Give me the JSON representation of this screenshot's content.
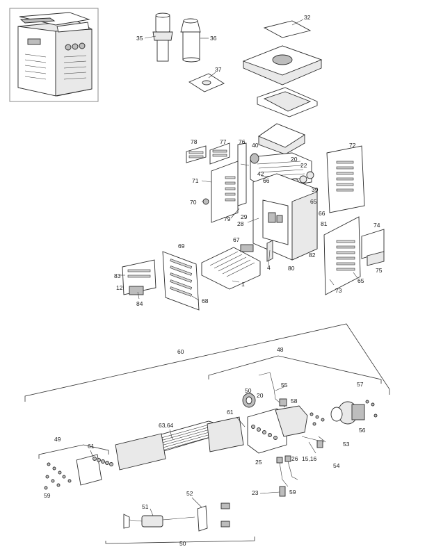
{
  "diagram": {
    "labels": [
      {
        "id": "p32",
        "text": "32"
      },
      {
        "id": "p35",
        "text": "35"
      },
      {
        "id": "p36",
        "text": "36"
      },
      {
        "id": "p37",
        "text": "37"
      },
      {
        "id": "p78",
        "text": "78"
      },
      {
        "id": "p77",
        "text": "77"
      },
      {
        "id": "p76",
        "text": "76"
      },
      {
        "id": "p40",
        "text": "40"
      },
      {
        "id": "p20a",
        "text": "20"
      },
      {
        "id": "p22",
        "text": "22"
      },
      {
        "id": "p42",
        "text": "42"
      },
      {
        "id": "p72",
        "text": "72"
      },
      {
        "id": "p71",
        "text": "71"
      },
      {
        "id": "p66a",
        "text": "66"
      },
      {
        "id": "p39",
        "text": "39"
      },
      {
        "id": "p70",
        "text": "70"
      },
      {
        "id": "p65a",
        "text": "65"
      },
      {
        "id": "p66b",
        "text": "66"
      },
      {
        "id": "p79",
        "text": "79"
      },
      {
        "id": "p29",
        "text": "29"
      },
      {
        "id": "p28",
        "text": "28"
      },
      {
        "id": "p81",
        "text": "81"
      },
      {
        "id": "p74",
        "text": "74"
      },
      {
        "id": "p69",
        "text": "69"
      },
      {
        "id": "p67",
        "text": "67"
      },
      {
        "id": "p82",
        "text": "82"
      },
      {
        "id": "p4",
        "text": "4"
      },
      {
        "id": "p80",
        "text": "80"
      },
      {
        "id": "p75",
        "text": "75"
      },
      {
        "id": "p65b",
        "text": "65"
      },
      {
        "id": "p83",
        "text": "83"
      },
      {
        "id": "p12",
        "text": "12"
      },
      {
        "id": "p1",
        "text": "1"
      },
      {
        "id": "p84",
        "text": "84"
      },
      {
        "id": "p68",
        "text": "68"
      },
      {
        "id": "p73",
        "text": "73"
      },
      {
        "id": "p60",
        "text": "60"
      },
      {
        "id": "p48",
        "text": "48"
      },
      {
        "id": "p55",
        "text": "55"
      },
      {
        "id": "p57",
        "text": "57"
      },
      {
        "id": "p50a",
        "text": "50"
      },
      {
        "id": "p20b",
        "text": "20"
      },
      {
        "id": "p58",
        "text": "58"
      },
      {
        "id": "p61a",
        "text": "61"
      },
      {
        "id": "p6364",
        "text": "63,64"
      },
      {
        "id": "p49",
        "text": "49"
      },
      {
        "id": "p61b",
        "text": "61"
      },
      {
        "id": "p56",
        "text": "56"
      },
      {
        "id": "p53",
        "text": "53"
      },
      {
        "id": "p1516",
        "text": "15,16"
      },
      {
        "id": "p25",
        "text": "25"
      },
      {
        "id": "p26",
        "text": "26"
      },
      {
        "id": "p54",
        "text": "54"
      },
      {
        "id": "p59a",
        "text": "59"
      },
      {
        "id": "p23",
        "text": "23"
      },
      {
        "id": "p59b",
        "text": "59"
      },
      {
        "id": "p51",
        "text": "51"
      },
      {
        "id": "p52",
        "text": "52"
      },
      {
        "id": "p50b",
        "text": "50"
      }
    ]
  }
}
